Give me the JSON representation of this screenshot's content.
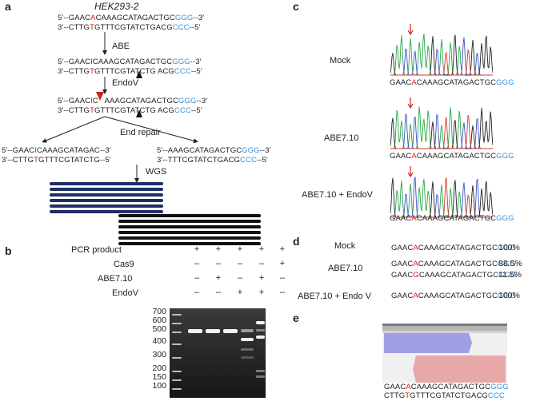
{
  "panel_labels": {
    "a": "a",
    "b": "b",
    "c": "c",
    "d": "d",
    "e": "e"
  },
  "panel_a": {
    "title": "HEK293-2",
    "step1": {
      "top_prefix": "5′--GAAC",
      "top_mut": "A",
      "top_mid": "CAAAGCATAGACTGC",
      "top_pam": "GGG",
      "top_suffix": "--3′",
      "bot_prefix": "3′--CTTG",
      "bot_mut": "T",
      "bot_mid": "GTTTCGTATCTGACG",
      "bot_pam": "CCC",
      "bot_suffix": "--5′"
    },
    "abe_label": "ABE",
    "step2": {
      "top_prefix": "5′--GAAC",
      "top_mut": "I",
      "top_mid": "CAAAGCATAGACTGC",
      "top_pam": "GGG",
      "top_suffix": "--3′",
      "bot_prefix": "3′--CTTG",
      "bot_mut": "T",
      "bot_mid": "GTTTCGTATCTG",
      "bot_mid2": "ACG",
      "bot_pam": "CCC",
      "bot_suffix": "--5′"
    },
    "endov_label": "EndoV",
    "step3": {
      "top_prefix": "5′--GAAC",
      "top_mut": "I",
      "top_c": "C",
      "top_mid": "AAAGCATAGACTGC",
      "top_pam": "GGG",
      "top_suffix": "--3′",
      "bot_prefix": "3′--CTTG",
      "bot_mut": "T",
      "bot_mid": "GTTTCGTATCTG",
      "bot_mid2": "ACG",
      "bot_pam": "CCC",
      "bot_suffix": "--5′"
    },
    "end_repair_label": "End repair",
    "left_frag": {
      "top_prefix": "5′--GAAC",
      "top_mut": "I",
      "top_mid": "CAAAGCATAGAC",
      "top_suffix": "--3′",
      "bot_prefix": "3′--CTTG",
      "bot_mut": "T",
      "bot_mid": "GTTTCGTATCTG",
      "bot_suffix": "--5′"
    },
    "right_frag": {
      "top_prefix": "5′--AAAGCATAGACTGC",
      "top_pam": "GGG",
      "top_suffix": "--3′",
      "bot_prefix": "3′--TTTCGTATCTGACG",
      "bot_pam": "CCC",
      "bot_suffix": "--5′"
    },
    "wgs_label": "WGS"
  },
  "panel_b": {
    "rows": [
      {
        "label": "PCR product",
        "marks": [
          "+",
          "+",
          "+",
          "+",
          "+"
        ]
      },
      {
        "label": "Cas9",
        "marks": [
          "–",
          "–",
          "–",
          "–",
          "+"
        ]
      },
      {
        "label": "ABE7.10",
        "marks": [
          "–",
          "+",
          "–",
          "+",
          "–"
        ]
      },
      {
        "label": "EndoV",
        "marks": [
          "–",
          "–",
          "+",
          "+",
          "–"
        ]
      }
    ],
    "ladder": [
      "700",
      "600",
      "500",
      "400",
      "300",
      "200",
      "150",
      "100"
    ]
  },
  "panel_c": {
    "samples": [
      {
        "label": "Mock",
        "seq_pre": "GAAC",
        "seq_mut": "A",
        "seq_mid": "CAAAGCATAGACTGC",
        "seq_pam": "GGG"
      },
      {
        "label": "ABE7.10",
        "seq_pre": "GAAC",
        "seq_mut": "A",
        "seq_mid": "CAAAGCATAGACTGC",
        "seq_pam": "GGG"
      },
      {
        "label": "ABE7.10 + EndoV",
        "seq_pre": "GAAC",
        "seq_mut": "A",
        "seq_mid": "CAAAGCATAGACTGC",
        "seq_pam": "GGG"
      }
    ],
    "trace_colors": {
      "A": "#2aa84a",
      "C": "#3a55c8",
      "G": "#222222",
      "T": "#d93a2a"
    }
  },
  "panel_d": {
    "rows": [
      {
        "label": "Mock",
        "seq_pre": "GAAC",
        "seq_mut": "A",
        "seq_mid": "CAAAGCATAGACTGC",
        "seq_pam": "GGG",
        "pct": "100%"
      },
      {
        "label": "ABE7.10",
        "seq_pre": "GAAC",
        "seq_mut": "A",
        "seq_mid": "CAAAGCATAGACTGC",
        "seq_pam": "GGG",
        "pct": "88.5%"
      },
      {
        "label": "",
        "seq_pre": "GAAC",
        "seq_mut": "G",
        "seq_mid": "CAAAGCATAGACTGC",
        "seq_pam": "GGG",
        "pct": "11.5%"
      },
      {
        "label": "ABE7.10 + Endo V",
        "seq_pre": "GAAC",
        "seq_mut": "A",
        "seq_mid": "CAAAGCATAGACTGC",
        "seq_pam": "GGG",
        "pct": "100%"
      }
    ]
  },
  "panel_e": {
    "top_pre": "GAAC",
    "top_mut": "A",
    "top_mid": "CAAAGCATAGACTGC",
    "top_pam": "GGG",
    "bot_pre": "CTTG",
    "bot_mut": "T",
    "bot_mid": "GTTTCGTATCTGACG",
    "bot_pam": "CCC",
    "forward_color": "#9f9fe6",
    "reverse_color": "#e8a8a8"
  }
}
